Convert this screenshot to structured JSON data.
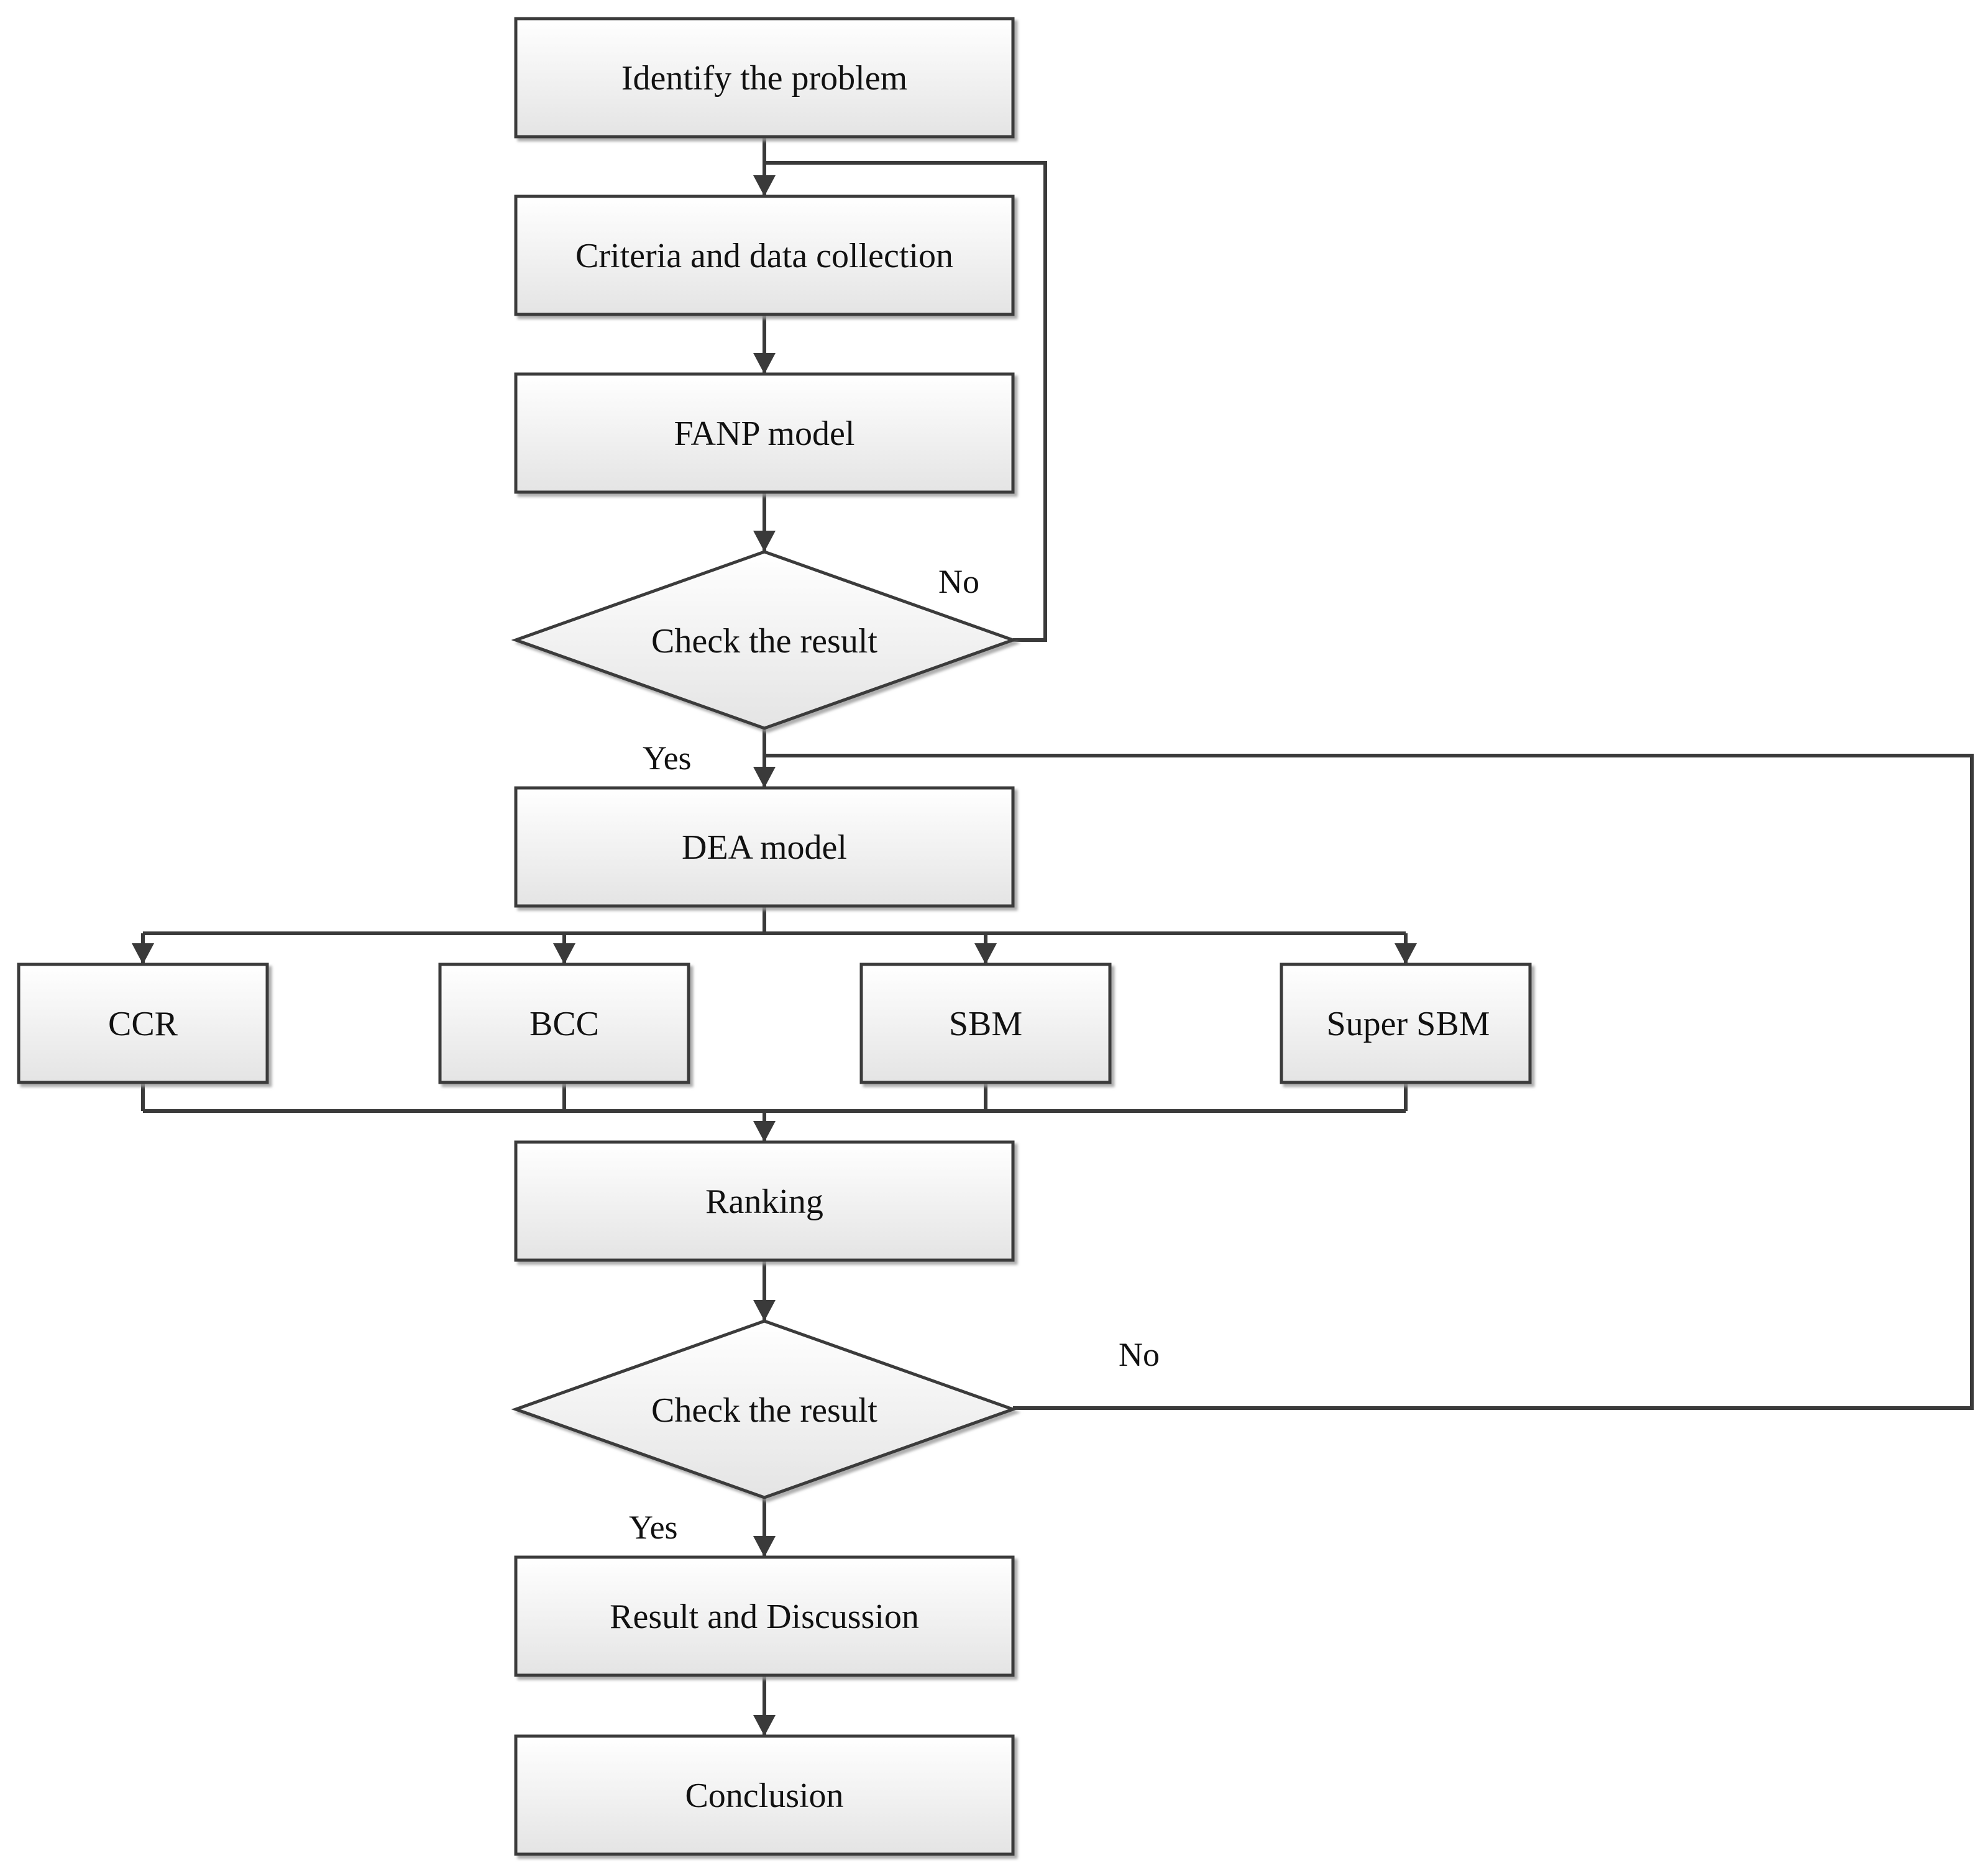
{
  "flowchart": {
    "identify": "Identify the problem",
    "criteria": "Criteria and data collection",
    "fanp": "FANP model",
    "check1": "Check the result",
    "dea": "DEA model",
    "ccr": "CCR",
    "bcc": "BCC",
    "sbm": "SBM",
    "super_sbm": "Super SBM",
    "ranking": "Ranking",
    "check2": "Check the result",
    "result": "Result and Discussion",
    "conclusion": "Conclusion",
    "no_label_1": "No",
    "yes_label_1": "Yes",
    "no_label_2": "No",
    "yes_label_2": "Yes"
  }
}
